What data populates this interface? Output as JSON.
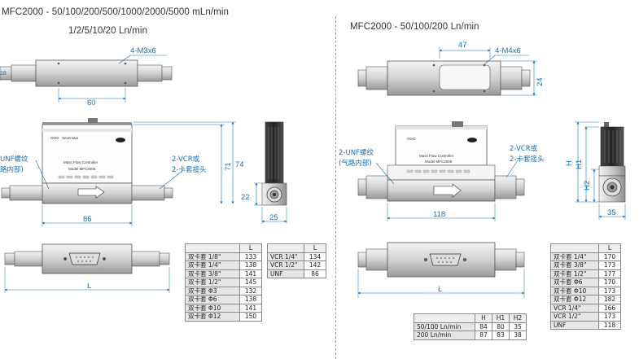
{
  "left": {
    "title_line1": "MFC2000 - 50/100/200/500/1000/2000/5000 mLn/min",
    "title_line2": "1/2/5/10/20 Ln/min",
    "dims": {
      "m3": "4-M3x6",
      "sixty": "60",
      "eightysix": "86",
      "seventyfour": "74",
      "seventyone": "71",
      "twentytwo": "22",
      "twentyfive": "25",
      "L": "L",
      "top_cut": "18"
    },
    "labels": {
      "unf_line1": "UNF螺纹",
      "unf_line2": "路内部)",
      "vcr_line1": "2-VCR或",
      "vcr_line2": "2-卡套接头"
    },
    "device": {
      "brand": "Sevenstar",
      "name": "Mass Flow Controller",
      "model": "Model MFC2000"
    },
    "table1": {
      "header": [
        "",
        "L"
      ],
      "rows": [
        [
          "双卡套 1/8\"",
          "133"
        ],
        [
          "双卡套 1/4\"",
          "138"
        ],
        [
          "双卡套 3/8\"",
          "141"
        ],
        [
          "双卡套 1/2\"",
          "145"
        ],
        [
          "双卡套 Φ3",
          "132"
        ],
        [
          "双卡套 Φ6",
          "138"
        ],
        [
          "双卡套 Φ10",
          "141"
        ],
        [
          "双卡套 Φ12",
          "150"
        ]
      ]
    },
    "table2": {
      "header": [
        "",
        "L"
      ],
      "rows": [
        [
          "VCR 1/4\"",
          "134"
        ],
        [
          "VCR 1/2\"",
          "142"
        ],
        [
          "UNF",
          "86"
        ]
      ]
    }
  },
  "right": {
    "title": "MFC2000 - 50/100/200 Ln/min",
    "dims": {
      "m4": "4-M4x6",
      "fortyseven": "47",
      "twentyfour": "24",
      "oneeighteen": "118",
      "H": "H",
      "H1": "H1",
      "H2": "H2",
      "thirtyfive": "35",
      "L": "L"
    },
    "labels": {
      "unf_line1": "2-UNF螺纹",
      "unf_line2": "(气路内部)",
      "vcr_line1": "2-VCR或",
      "vcr_line2": "2-卡套接头"
    },
    "device": {
      "name": "Mass Flow Controller",
      "model": "Model MFC2000"
    },
    "table_h": {
      "header": [
        "",
        "H",
        "H1",
        "H2"
      ],
      "rows": [
        [
          "50/100 Ln/min",
          "84",
          "80",
          "35"
        ],
        [
          "200 Ln/min",
          "87",
          "83",
          "38"
        ]
      ]
    },
    "table_l": {
      "header": [
        "",
        "L"
      ],
      "rows": [
        [
          "双卡套 1/4\"",
          "170"
        ],
        [
          "双卡套 3/8\"",
          "173"
        ],
        [
          "双卡套 1/2\"",
          "177"
        ],
        [
          "双卡套 Φ6",
          "170"
        ],
        [
          "双卡套 Φ10",
          "173"
        ],
        [
          "双卡套 Φ12",
          "182"
        ],
        [
          "VCR 1/4\"",
          "166"
        ],
        [
          "VCR 1/2\"",
          "173"
        ],
        [
          "UNF",
          "118"
        ]
      ]
    }
  }
}
